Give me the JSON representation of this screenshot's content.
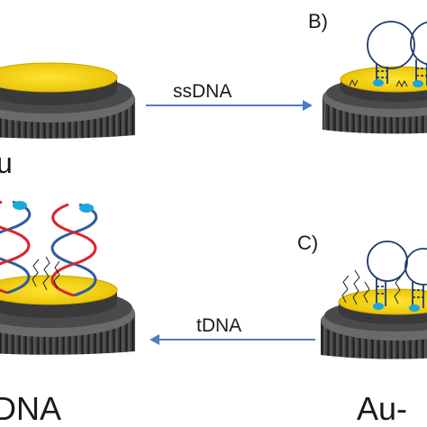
{
  "panels": {
    "b": {
      "letter": "B)"
    },
    "c": {
      "letter": "C)"
    }
  },
  "arrows": {
    "ssdna": {
      "label": "ssDNA"
    },
    "tdna": {
      "label": "tDNA"
    }
  },
  "captions": {
    "top_left": "u",
    "bottom_left": "DNA",
    "bottom_right": "Au-"
  },
  "colors": {
    "gold": "#f5d000",
    "electrode": "#4f4f4f",
    "electrode_dark": "#2e2e2e",
    "arrow": "#4a7fc1",
    "strand_red": "#d9252d",
    "strand_blue": "#2e5c9e",
    "mb_tag": "#1ba6e0"
  }
}
